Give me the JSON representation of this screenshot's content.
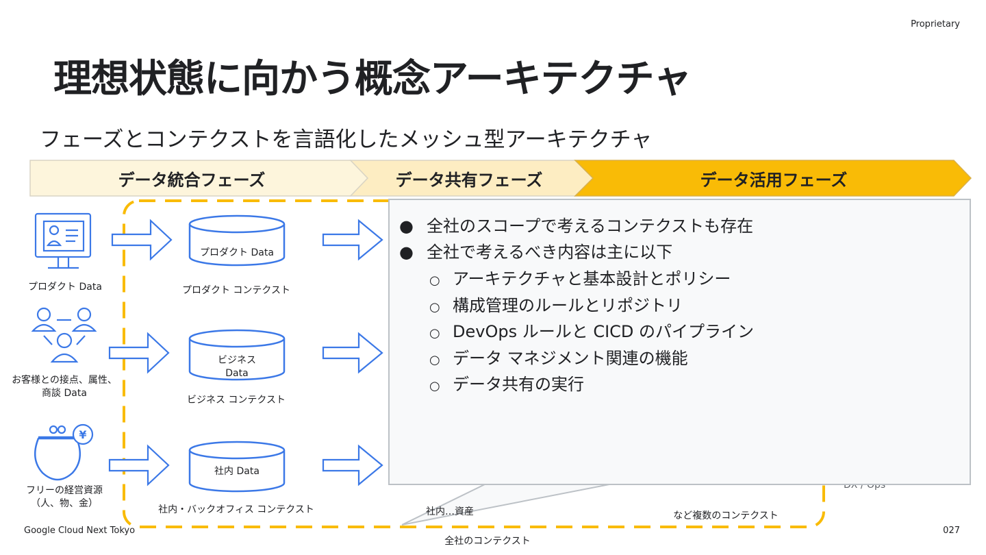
{
  "header": {
    "proprietary": "Proprietary",
    "title": "理想状態に向かう概念アーキテクチャ",
    "subtitle": "フェーズとコンテクストを言語化したメッシュ型アーキテクチャ"
  },
  "phases": [
    {
      "label": "データ統合フェーズ",
      "color": "#fdf5dc"
    },
    {
      "label": "データ共有フェーズ",
      "color": "#fdedc2"
    },
    {
      "label": "データ活用フェーズ",
      "color": "#f9bb06"
    }
  ],
  "sources": [
    {
      "label": "プロダクト Data",
      "icon": "monitor-profile-icon"
    },
    {
      "label": "お客様との接点、属性、\n商談 Data",
      "icon": "people-network-icon"
    },
    {
      "label": "フリーの経営資源\n（人、物、金）",
      "icon": "coin-purse-icon"
    }
  ],
  "contexts": [
    {
      "db_label": "プロダクト Data",
      "caption": "プロダクト コンテクスト"
    },
    {
      "db_label": "ビジネス\nData",
      "caption": "ビジネス コンテクスト"
    },
    {
      "db_label": "社内 Data",
      "caption": "社内・バックオフィス  コンテクスト"
    }
  ],
  "partial_texts": {
    "shared_asset": "社内…資産",
    "many_contexts": "など複数のコンテクスト",
    "devops_partial": "DX / Ops",
    "company_wide": "全社のコンテクスト"
  },
  "popup": {
    "bullets": [
      "全社のスコープで考えるコンテクストも存在",
      "全社で考えるべき内容は主に以下"
    ],
    "sub_bullets": [
      "アーキテクチャと基本設計とポリシー",
      "構成管理のルールとリポジトリ",
      "DevOps ルールと CICD のパイプライン",
      "データ マネジメント関連の機能",
      "データ共有の実行"
    ],
    "bullet_glyph": "●",
    "sub_bullet_glyph": "○"
  },
  "footer": {
    "left": "Google Cloud Next Tokyo",
    "page": "027"
  },
  "colors": {
    "accent_yellow": "#f9bb06",
    "icon_blue": "#3b78e7",
    "popup_bg": "#f8f9fa",
    "popup_border": "#bcc1c6"
  }
}
